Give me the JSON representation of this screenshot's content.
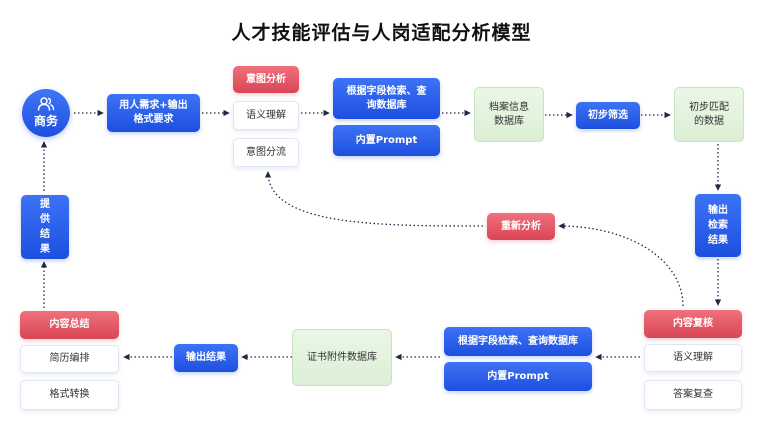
{
  "title": "人才技能评估与人岗适配分析模型",
  "nodes": {
    "business": "商务",
    "requirements": "用人需求+输出\n格式要求",
    "intent_analysis": "意图分析",
    "semantic_understanding_1": "语义理解",
    "intent_routing": "意图分流",
    "field_search_1": "根据字段检索、查\n询数据库",
    "builtin_prompt_1": "内置Prompt",
    "archive_db": "档案信息\n数据库",
    "initial_filter": "初步筛选",
    "initial_match_data": "初步匹配\n的数据",
    "output_search_results": "输出\n检索\n结果",
    "reanalyze": "重新分析",
    "content_review": "内容复核",
    "semantic_understanding_2": "语义理解",
    "answer_review": "答案复查",
    "field_search_2": "根据字段检索、查询数据库",
    "builtin_prompt_2": "内置Prompt",
    "certificate_db": "证书附件数据库",
    "output_results": "输出结果",
    "content_summary": "内容总结",
    "resume_layout": "简历编排",
    "format_conversion": "格式转换",
    "provide_results": "提\n供\n结\n果"
  },
  "icons": {
    "business": "users-icon"
  },
  "colors": {
    "blue": "#1d4fe0",
    "red": "#d94555",
    "green": "#dcefd6",
    "connector": "#1f2a44"
  }
}
